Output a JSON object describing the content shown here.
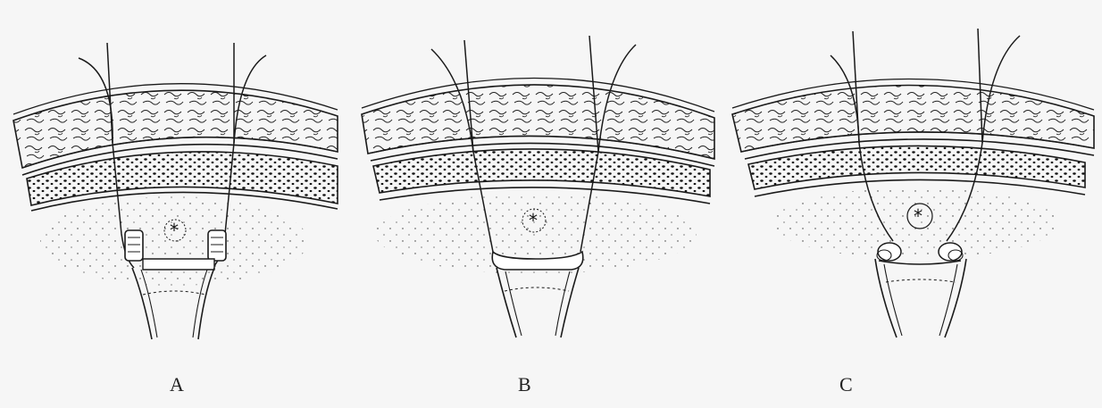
{
  "figure": {
    "panels": [
      {
        "id": "panel-a",
        "label": "A"
      },
      {
        "id": "panel-b",
        "label": "B"
      },
      {
        "id": "panel-c",
        "label": "C"
      }
    ],
    "colors": {
      "ink": "#1a1a1a",
      "paper": "#f6f6f6"
    }
  }
}
